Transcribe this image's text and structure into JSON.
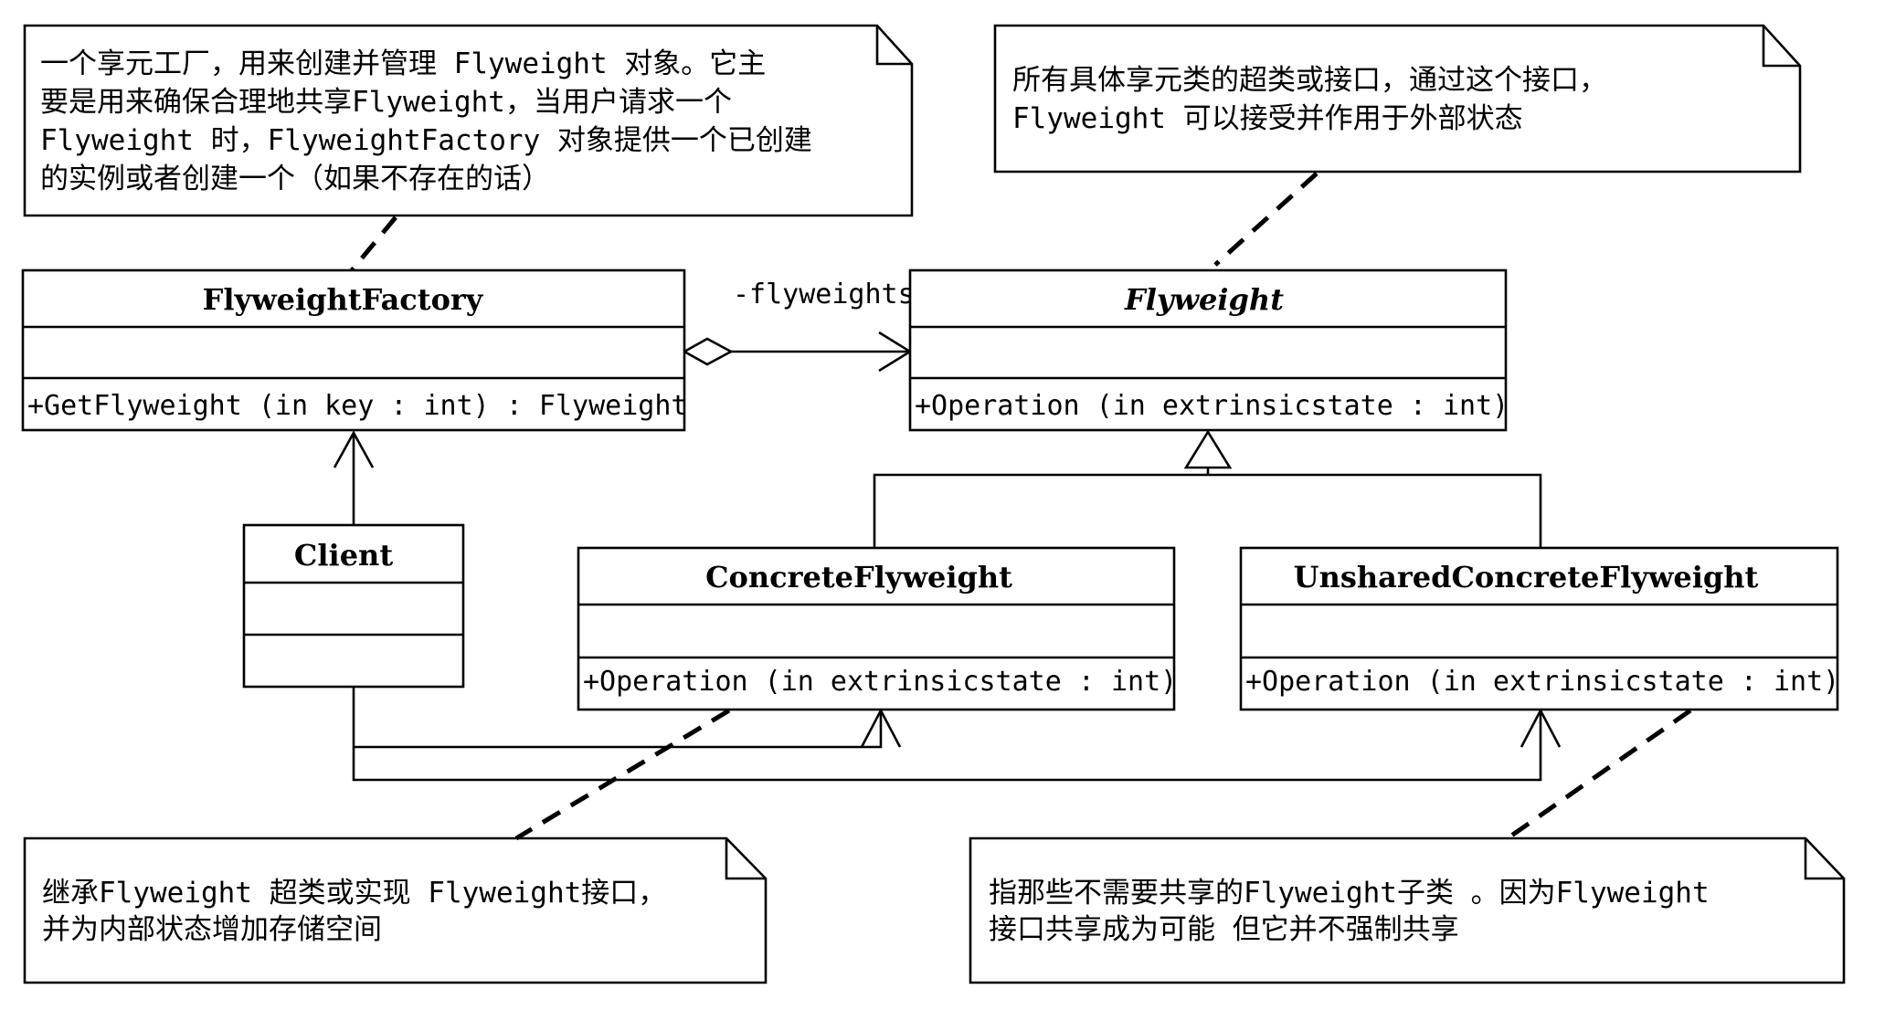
{
  "classes": {
    "flyweight_factory": {
      "name": "FlyweightFactory",
      "operation": "+GetFlyweight (in key  : int) : Flyweight"
    },
    "flyweight": {
      "name": "Flyweight",
      "operation": "+Operation (in extrinsicstate  : int)"
    },
    "client": {
      "name": "Client"
    },
    "concrete_flyweight": {
      "name": "ConcreteFlyweight",
      "operation": "+Operation (in extrinsicstate  : int)"
    },
    "unshared_concrete_flyweight": {
      "name": "UnsharedConcreteFlyweight",
      "operation": "+Operation (in extrinsicstate  : int)"
    }
  },
  "association_role": "-flyweights",
  "notes": {
    "factory_note": {
      "lines": [
        "一个享元工厂，用来创建并管理 Flyweight 对象。它主",
        "要是用来确保合理地共享Flyweight，当用户请求一个",
        "Flyweight 时，FlyweightFactory 对象提供一个已创建",
        "的实例或者创建一个（如果不存在的话）"
      ]
    },
    "flyweight_note": {
      "lines": [
        "所有具体享元类的超类或接口，通过这个接口，",
        "Flyweight 可以接受并作用于外部状态"
      ]
    },
    "concrete_note": {
      "lines": [
        "继承Flyweight 超类或实现 Flyweight接口，",
        "并为内部状态增加存储空间"
      ]
    },
    "unshared_note": {
      "lines": [
        "指那些不需要共享的Flyweight子类 。因为Flyweight",
        "接口共享成为可能  但它并不强制共享"
      ]
    }
  }
}
